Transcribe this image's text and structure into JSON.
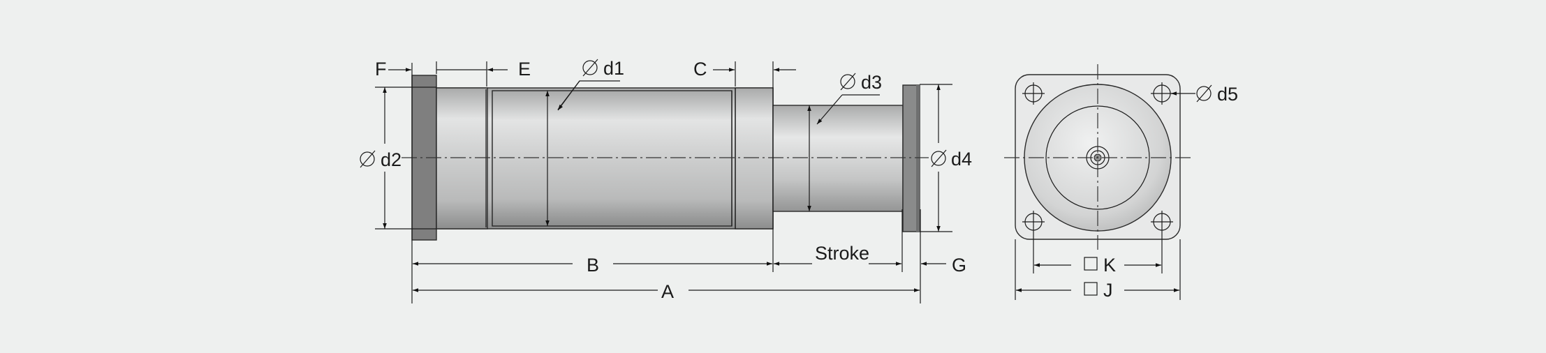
{
  "drawing": {
    "labels": {
      "F": "F",
      "E": "E",
      "d1": "d1",
      "C": "C",
      "d3": "d3",
      "d2": "d2",
      "d4": "d4",
      "d5": "d5",
      "B": "B",
      "stroke": "Stroke",
      "G": "G",
      "A": "A",
      "K": "K",
      "J": "J"
    },
    "symbols": {
      "diameter": "diameter-symbol",
      "square": "square-symbol"
    }
  }
}
